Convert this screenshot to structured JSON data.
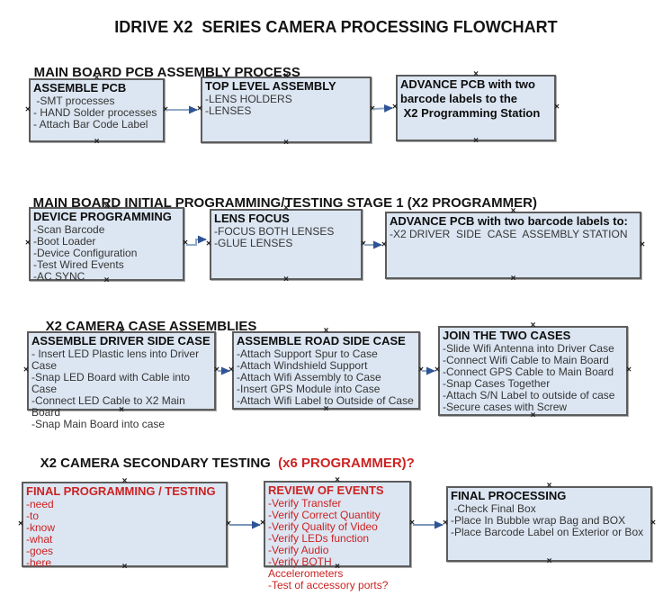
{
  "title": "IDRIVE X2  SERIES CAMERA PROCESSING FLOWCHART",
  "colors": {
    "box_fill": "#dce6f2",
    "box_border": "#5c5c5c",
    "arrow_line": "#90a9c7",
    "arrow_head": "#2f5496",
    "red_text": "#cc2222",
    "black_text": "#141414"
  },
  "icons": {
    "connection_marker": "×"
  },
  "sections": [
    {
      "heading": "MAIN BOARD PCB ASSEMBLY PROCESS",
      "boxes": [
        {
          "title": "ASSEMBLE PCB",
          "items": [
            " -SMT processes",
            "- HAND Solder processes",
            "- Attach Bar Code Label"
          ]
        },
        {
          "title": "TOP LEVEL ASSEMBLY",
          "items": [
            "-LENS HOLDERS",
            "-LENSES"
          ]
        },
        {
          "title_lines": [
            "ADVANCE PCB with two",
            "barcode labels to the",
            " X2 Programming Station"
          ],
          "items": []
        }
      ]
    },
    {
      "heading": "MAIN BOARD INITIAL PROGRAMMING/TESTING STAGE 1 (X2 PROGRAMMER)",
      "boxes": [
        {
          "title": "DEVICE PROGRAMMING",
          "items": [
            "-Scan Barcode",
            "-Boot Loader",
            "-Device Configuration",
            "-Test Wired Events",
            "-AC SYNC"
          ]
        },
        {
          "title": "LENS FOCUS",
          "items": [
            "-FOCUS BOTH LENSES",
            "-GLUE LENSES"
          ]
        },
        {
          "title": "ADVANCE PCB with two barcode labels to:",
          "items": [
            "-X2 DRIVER  SIDE  CASE  ASSEMBLY STATION"
          ]
        }
      ]
    },
    {
      "heading": "X2 CAMERA CASE ASSEMBLIES",
      "boxes": [
        {
          "title": "ASSEMBLE DRIVER SIDE CASE",
          "items": [
            "- Insert LED Plastic lens into Driver Case",
            "-Snap LED Board with Cable into Case",
            "-Connect LED Cable to X2 Main Board",
            "-Snap Main Board into case"
          ]
        },
        {
          "title": "ASSEMBLE ROAD SIDE CASE",
          "items": [
            "-Attach Support Spur to Case",
            "-Attach Windshield Support",
            "-Attach Wifi Assembly to Case",
            "-Insert GPS Module into Case",
            "-Attach Wifi Label to Outside of Case"
          ]
        },
        {
          "title": "JOIN THE TWO CASES",
          "items": [
            "-Slide Wifi Antenna into Driver Case",
            "-Connect Wifi Cable to Main Board",
            "-Connect GPS Cable to Main Board",
            "-Snap Cases Together",
            "-Attach S/N Label to outside of case",
            "-Secure cases with Screw"
          ]
        }
      ]
    },
    {
      "heading": "X2 CAMERA SECONDARY TESTING ",
      "heading_suffix": " (x6 PROGRAMMER)?",
      "boxes": [
        {
          "title": "FINAL PROGRAMMING / TESTING",
          "items": [
            "-need",
            "-to",
            "-know",
            "-what",
            "-goes",
            "-here"
          ]
        },
        {
          "title": "REVIEW OF EVENTS",
          "items": [
            "-Verify Transfer",
            "-Verify Correct Quantity",
            "-Verify Quality of Video",
            "-Verify LEDs function",
            "-Verify Audio",
            "-Verify BOTH Accelerometers",
            "-Test of accessory ports?"
          ]
        },
        {
          "title": "FINAL PROCESSING",
          "items": [
            " -Check Final Box",
            "-Place In Bubble wrap Bag and BOX",
            "-Place Barcode Label on Exterior or Box"
          ]
        }
      ]
    }
  ]
}
